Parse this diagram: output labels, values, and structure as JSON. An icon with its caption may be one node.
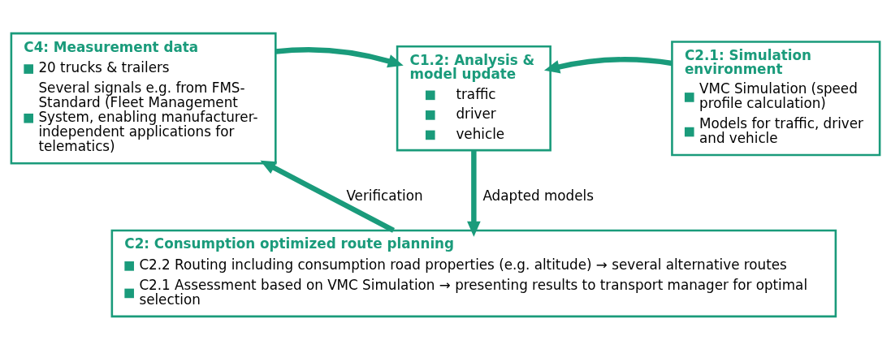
{
  "diagram": {
    "nodes": [
      {
        "text": [
          "C4: Measurement data",
          "20 trucks & trailers",
          "Several signals e.g. from FMS-Standard (Fleet Management System, enabling manufacturer-independent applications for telematics)"
        ]
      },
      {
        "text": [
          "C1.2: Analysis & model update",
          "traffic",
          "driver",
          "vehicle"
        ]
      },
      {
        "text": [
          "C2.1: Simulation environment",
          "VMC Simulation (speed profile calculation)",
          "Models for traffic, driver and vehicle"
        ]
      },
      {
        "text": [
          "C2: Consumption optimized route planning",
          "C2.2 Routing including consumption road properties (e.g. altitude) → several alternative routes",
          "C2.1 Assessment based on VMC Simulation → presenting results to transport manager for optimal selection"
        ]
      }
    ],
    "edges": [
      {
        "from": 0,
        "to": 1,
        "arrow": "to"
      },
      {
        "from": 2,
        "to": 1,
        "arrow": "to"
      },
      {
        "from": 1,
        "to": 3,
        "arrow": "to",
        "label": "Adapted models"
      },
      {
        "from": 3,
        "to": 0,
        "arrow": "to",
        "label": "Verification"
      }
    ]
  }
}
